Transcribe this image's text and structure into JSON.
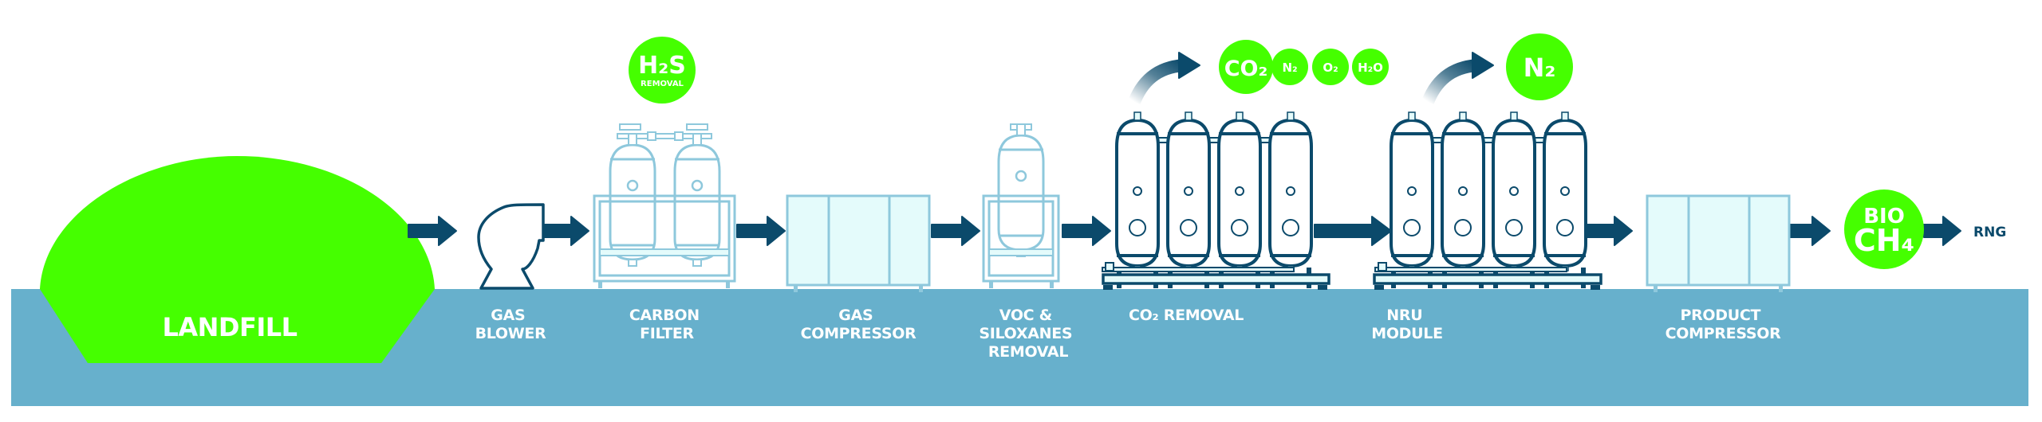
{
  "colors": {
    "ground": "#67b0cc",
    "accent_green": "#45ff00",
    "arrow_dark": "#0b4a6b",
    "equipment_light": "#8ec8dc",
    "equipment_fill": "#e4fbfb",
    "label_text": "#ffffff"
  },
  "landfill": {
    "label": "LANDFILL"
  },
  "stages": [
    {
      "id": "gas-blower",
      "lines": [
        "GAS",
        "BLOWER"
      ],
      "icon": "blower-icon"
    },
    {
      "id": "carbon-filter",
      "lines": [
        "CARBON",
        "FILTER"
      ],
      "icon": "twin-vessel-skid-icon"
    },
    {
      "id": "gas-compressor",
      "lines": [
        "GAS",
        "COMPRESSOR"
      ],
      "icon": "compressor-cabinet-icon"
    },
    {
      "id": "voc-siloxanes",
      "lines": [
        "VOC &",
        "SILOXANES",
        "REMOVAL"
      ],
      "icon": "single-vessel-skid-icon"
    },
    {
      "id": "co2-removal",
      "lines": [
        "CO₂ REMOVAL"
      ],
      "icon": "four-vessel-skid-icon"
    },
    {
      "id": "nru-module",
      "lines": [
        "NRU",
        "MODULE"
      ],
      "icon": "four-vessel-skid-icon"
    },
    {
      "id": "product-compressor",
      "lines": [
        "PRODUCT",
        "COMPRESSOR"
      ],
      "icon": "compressor-cabinet-icon"
    }
  ],
  "badges": {
    "h2s": {
      "main": "H₂S",
      "sub": "REMOVAL"
    },
    "co2_group": [
      "CO₂",
      "N₂",
      "O₂",
      "H₂O"
    ],
    "n2": "N₂",
    "bio_ch4": {
      "top": "BIO",
      "bottom": "CH₄"
    }
  },
  "output": {
    "label": "RNG"
  }
}
